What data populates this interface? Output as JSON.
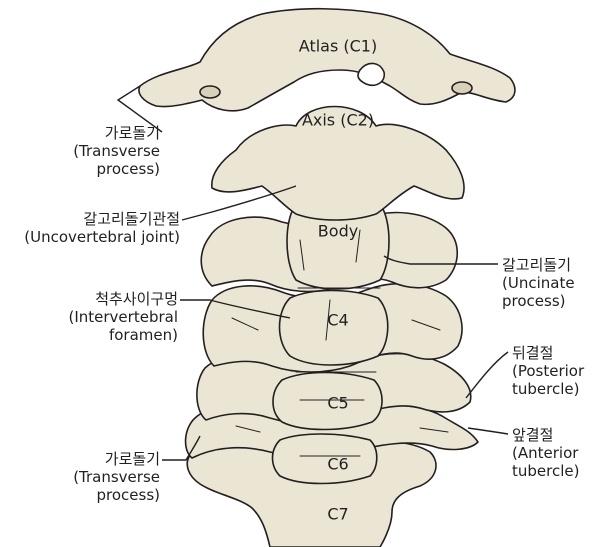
{
  "vertebra_labels": {
    "atlas": "Atlas (C1)",
    "axis": "Axis (C2)",
    "body": "Body",
    "c4": "C4",
    "c5": "C5",
    "c6": "C6",
    "c7": "C7"
  },
  "callouts": {
    "transverse_upper": {
      "korean": "가로돌기",
      "english_1": "(Transverse",
      "english_2": "process)"
    },
    "uncovertebral_joint": {
      "korean": "갈고리돌기관절",
      "english_1": "(Uncovertebral joint)"
    },
    "intervertebral_foramen": {
      "korean": "척추사이구멍",
      "english_1": "(Intervertebral",
      "english_2": "foramen)"
    },
    "transverse_lower": {
      "korean": "가로돌기",
      "english_1": "(Transverse",
      "english_2": "process)"
    },
    "uncinate_process": {
      "korean": "갈고리돌기",
      "english_1": "(Uncinate",
      "english_2": "process)"
    },
    "posterior_tubercle": {
      "korean": "뒤결절",
      "english_1": "(Posterior",
      "english_2": "tubercle)"
    },
    "anterior_tubercle": {
      "korean": "앞결절",
      "english_1": "(Anterior",
      "english_2": "tubercle)"
    }
  },
  "colors": {
    "bone_fill": "#ebe6d3",
    "bone_shadow": "#d8d1b8",
    "outline": "#231f20",
    "text": "#231f20"
  }
}
